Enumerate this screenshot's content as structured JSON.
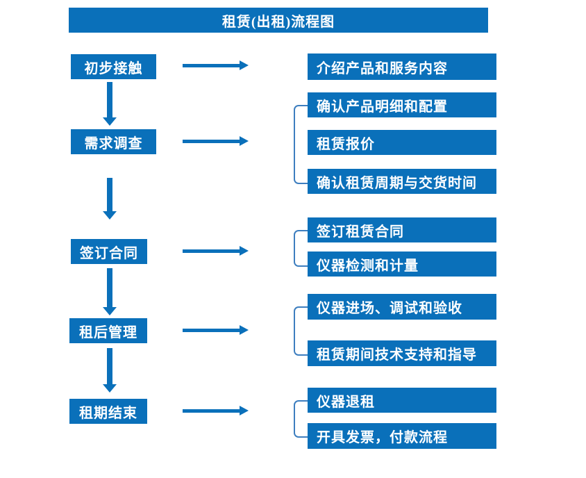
{
  "title": "租赁(出租)流程图",
  "colors": {
    "primary": "#0a70ba",
    "bracket": "#3d7ebf",
    "text": "#ffffff",
    "background": "#ffffff"
  },
  "diagram_type": "flowchart",
  "steps": [
    {
      "label": "初步接触",
      "outputs": [
        "介绍产品和服务内容"
      ]
    },
    {
      "label": "需求调查",
      "outputs": [
        "确认产品明细和配置",
        "租赁报价",
        "确认租赁周期与交货时间"
      ]
    },
    {
      "label": "签订合同",
      "outputs": [
        "签订租赁合同",
        "仪器检测和计量"
      ]
    },
    {
      "label": "租后管理",
      "outputs": [
        "仪器进场、调试和验收",
        "租赁期间技术支持和指导"
      ]
    },
    {
      "label": "租期结束",
      "outputs": [
        "仪器退租",
        "开具发票，付款流程"
      ]
    }
  ]
}
